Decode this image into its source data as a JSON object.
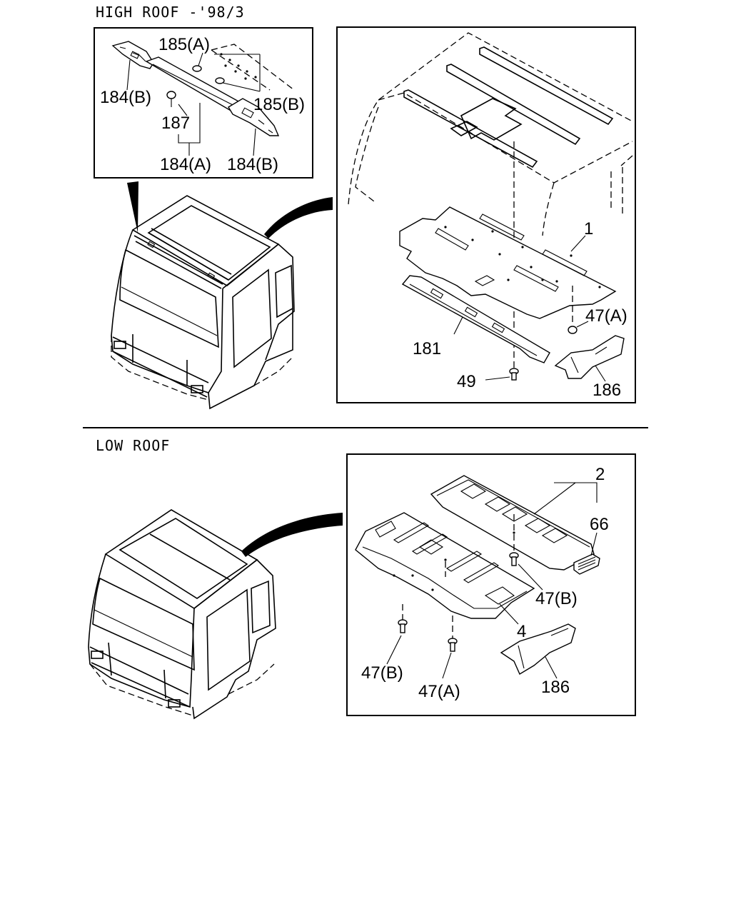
{
  "sections": {
    "high_roof_title": "HIGH ROOF -'98/3",
    "low_roof_title": "LOW ROOF"
  },
  "high_roof": {
    "callouts": {
      "c185a": "185(A)",
      "c184b_left": "184(B)",
      "c185b": "185(B)",
      "c187": "187",
      "c184a": "184(A)",
      "c184b_right": "184(B)",
      "c1": "1",
      "c47a": "47(A)",
      "c181": "181",
      "c49": "49",
      "c186": "186"
    }
  },
  "low_roof": {
    "callouts": {
      "c2": "2",
      "c66": "66",
      "c47b_right": "47(B)",
      "c4": "4",
      "c47b_left": "47(B)",
      "c47a": "47(A)",
      "c186": "186"
    }
  }
}
